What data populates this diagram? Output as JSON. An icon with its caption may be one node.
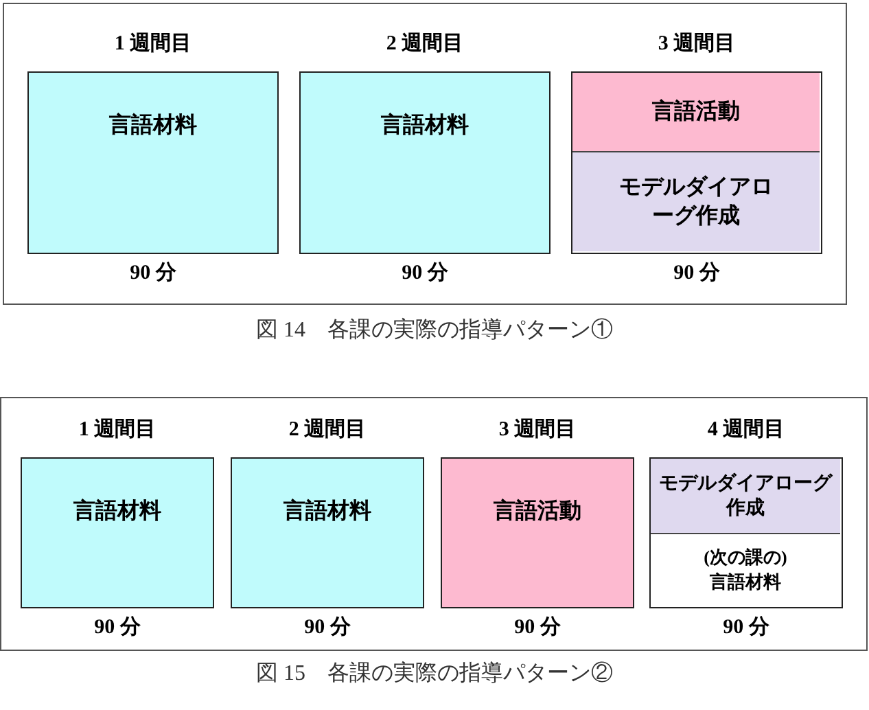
{
  "diagram": {
    "nodes": [
      {
        "text": [],
        "shape": "box"
      },
      {
        "text": [
          "1 週間目",
          "言語材料"
        ],
        "beside": [
          "90 分"
        ],
        "in": 0
      },
      {
        "text": [
          "2 週間目",
          "言語材料"
        ],
        "beside": [
          "90 分"
        ],
        "in": 0
      },
      {
        "text": [
          "3 週間目"
        ],
        "beside": [
          "90 分"
        ],
        "in": 0
      },
      {
        "text": [
          "言語活動"
        ],
        "in": 3
      },
      {
        "text": [
          "モデルダイアローグ作成"
        ],
        "in": 3
      },
      {
        "text": [],
        "shape": "box"
      },
      {
        "text": [
          "1 週間目",
          "言語材料"
        ],
        "beside": [
          "90 分"
        ],
        "in": 6
      },
      {
        "text": [
          "2 週間目",
          "言語材料"
        ],
        "beside": [
          "90 分"
        ],
        "in": 6
      },
      {
        "text": [
          "3 週間目",
          "言語活動"
        ],
        "beside": [
          "90 分"
        ],
        "in": 6
      },
      {
        "text": [
          "4 週間目"
        ],
        "beside": [
          "90 分"
        ],
        "in": 6
      },
      {
        "text": [
          "モデルダイアローグ作成"
        ],
        "in": 10
      },
      {
        "text": [
          "(次の課の)言語材料"
        ],
        "in": 10
      }
    ],
    "edges": [],
    "labels": [
      "図 14　各課の実際の指導パターン①",
      "図 15　各課の実際の指導パターン②"
    ]
  }
}
